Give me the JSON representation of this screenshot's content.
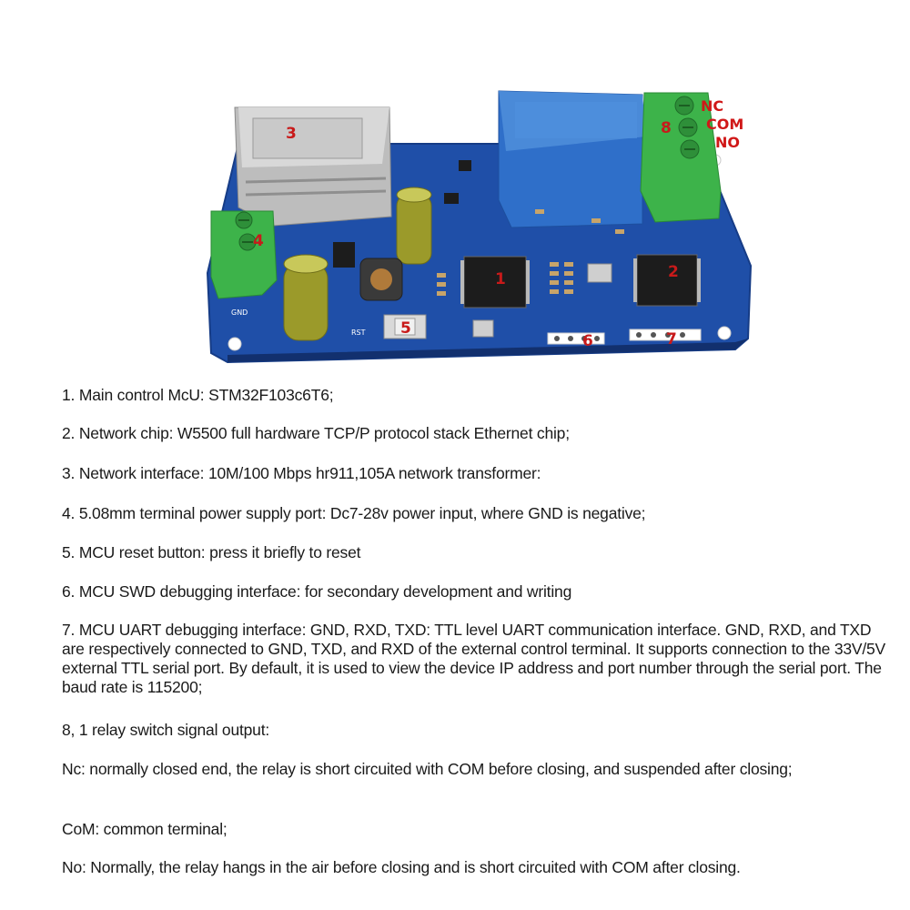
{
  "board": {
    "callouts": [
      "1",
      "2",
      "3",
      "4",
      "5",
      "6",
      "7",
      "8"
    ],
    "terminals": {
      "nc": "NC",
      "com": "COM",
      "no": "NO"
    },
    "silkscreen": {
      "gnd": "GND",
      "rst": "RST"
    },
    "colors": {
      "pcb": "#1f4fa8",
      "terminal": "#3db34a",
      "relay": "#2f6fc9",
      "callout": "#c81a1a"
    }
  },
  "specs": [
    "1. Main control McU: STM32F103c6T6;",
    "2. Network chip: W5500 full hardware TCP/P protocol stack Ethernet chip;",
    "3. Network interface: 10M/100 Mbps hr911,105A network transformer:",
    "4. 5.08mm terminal power supply port: Dc7-28v power input, where GND is negative;",
    "5. MCU reset button: press it briefly to reset",
    "6. MCU SWD debugging interface: for secondary development and writing",
    "7. MCU UART debugging interface: GND, RXD, TXD: TTL level UART communication interface. GND, RXD, and TXD are respectively connected to GND, TXD, and RXD of the external control terminal. It supports connection to the 33V/5V external TTL serial port. By default, it is used to view the device IP address and port number through the serial port. The baud rate is 115200;",
    "8, 1 relay switch signal output:",
    "Nc: normally closed end, the relay is short circuited with COM before closing, and suspended after closing;",
    "CoM: common terminal;",
    "No: Normally, the relay hangs in the air before closing and is short circuited with COM after closing."
  ]
}
